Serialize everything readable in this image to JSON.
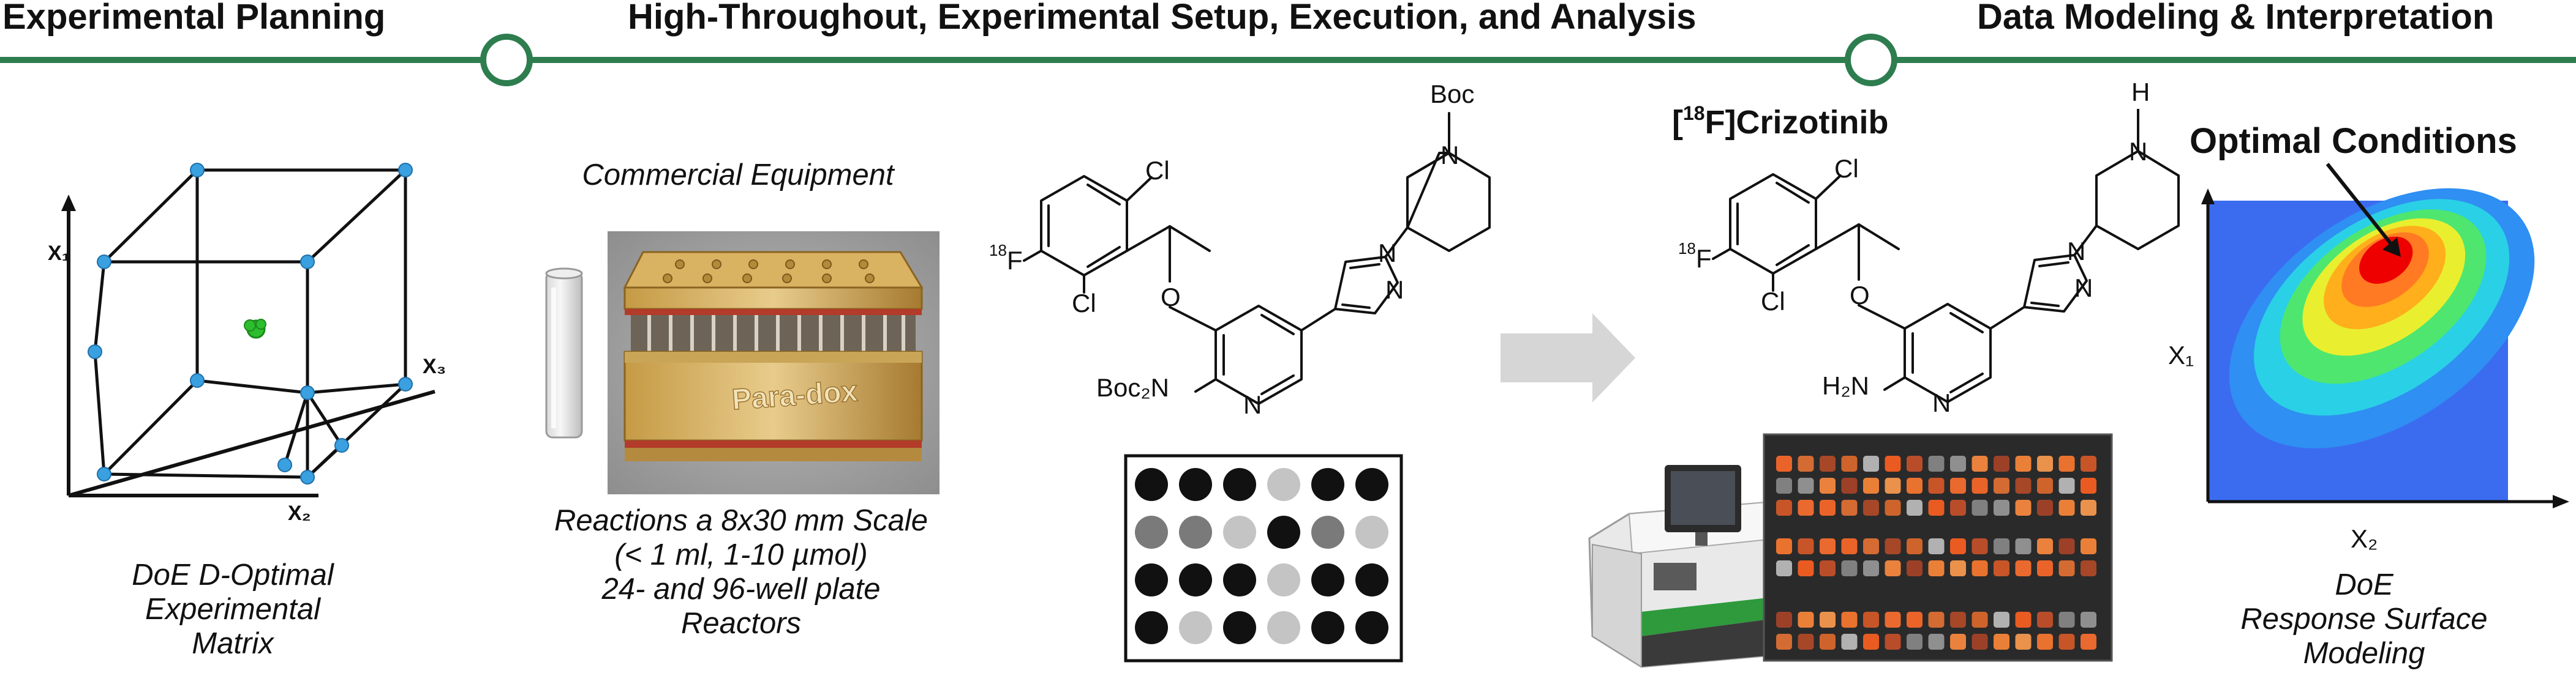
{
  "stages": {
    "planning": "Experimental Planning",
    "execution": "High-Throughout, Experimental Setup, Execution, and Analysis",
    "modeling": "Data Modeling & Interpretation"
  },
  "doe_matrix": {
    "axis_x1": "X₁",
    "axis_x2": "X₂",
    "axis_x3": "X₃",
    "caption_line1": "DoE D-Optimal",
    "caption_line2": "Experimental",
    "caption_line3": "Matrix"
  },
  "equipment": {
    "title": "Commercial Equipment",
    "caption_line1": "Reactions a 8x30 mm Scale",
    "caption_line2": "(< 1 ml, 1-10 µmol)",
    "caption_line3": "24- and 96-well plate",
    "caption_line4": "Reactors",
    "device_brand": "Para-dox"
  },
  "precursor": {
    "boc": "Boc",
    "cl_top": "Cl",
    "cl_bottom": "Cl",
    "fluorine_mass": "18",
    "fluorine": "F",
    "oxygen": "O",
    "nboc2": "Boc₂N",
    "n_pyridine": "N",
    "n_pyrazole1": "N",
    "n_pyrazole2": "N",
    "n_piperidine": "N"
  },
  "product": {
    "name_mass": "18",
    "name_prefix": "[",
    "name_element": "F]Crizotinib",
    "nh": "H",
    "n_piperidine": "N",
    "cl_top": "Cl",
    "cl_bottom": "Cl",
    "fluorine_mass": "18",
    "fluorine": "F",
    "oxygen": "O",
    "h2n": "H₂N",
    "n_pyridine": "N",
    "n_pyrazole1": "N",
    "n_pyrazole2": "N"
  },
  "response_surface": {
    "title": "Optimal Conditions",
    "axis_x1": "X₁",
    "axis_x2": "X₂",
    "caption_line1": "DoE",
    "caption_line2": "Response Surface",
    "caption_line3": "Modeling"
  },
  "colors": {
    "timeline": "#2e7d4f",
    "node_blue": "#3aa0e0",
    "center_green": "#2ebd2e",
    "arrow_gray": "#d6d6d6",
    "surface_background": "#3b6cf0",
    "gold": "#c89b3c",
    "red_hot": "#ee0000"
  },
  "well_plate_24": [
    [
      "black",
      "black",
      "black",
      "lightgray",
      "black",
      "black"
    ],
    [
      "gray",
      "gray",
      "lightgray",
      "black",
      "gray",
      "lightgray"
    ],
    [
      "black",
      "black",
      "black",
      "lightgray",
      "black",
      "black"
    ],
    [
      "black",
      "lightgray",
      "black",
      "lightgray",
      "black",
      "black"
    ]
  ]
}
